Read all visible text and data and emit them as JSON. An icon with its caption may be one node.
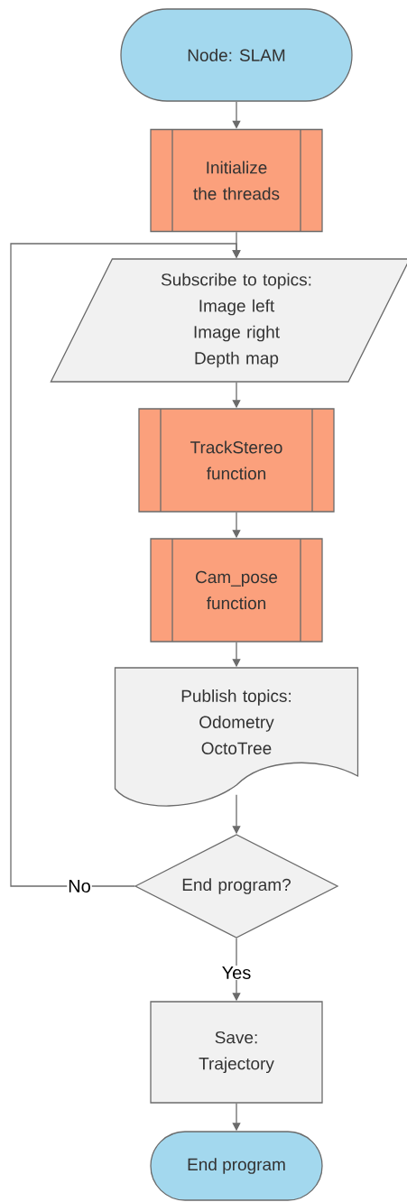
{
  "diagram": {
    "nodes": [
      {
        "text": [
          "Node: SLAM"
        ]
      },
      {
        "text": [
          "Initialize the threads"
        ]
      },
      {
        "text": [
          "Subscribe to topics:",
          "Image left",
          "Image right",
          "Depth map"
        ]
      },
      {
        "text": [
          "TrackStereo function"
        ]
      },
      {
        "text": [
          "Cam_pose function"
        ]
      },
      {
        "text": [
          "Publish topics:",
          "Odometry",
          "OctoTree"
        ]
      },
      {
        "text": [
          "End program?"
        ]
      },
      {
        "text": [
          "Save:",
          "Trajectory"
        ]
      },
      {
        "text": [
          "End program"
        ]
      }
    ],
    "edges": [
      {
        "from": 0,
        "to": 1,
        "arrow": "to"
      },
      {
        "from": 1,
        "to": 2,
        "arrow": "to"
      },
      {
        "from": 2,
        "to": 3,
        "arrow": "to"
      },
      {
        "from": 3,
        "to": 4,
        "arrow": "to"
      },
      {
        "from": 4,
        "to": 5,
        "arrow": "to"
      },
      {
        "from": 5,
        "to": 6,
        "arrow": "to"
      },
      {
        "from": 6,
        "to": 2,
        "arrow": "to",
        "label": "No"
      },
      {
        "from": 6,
        "to": 7,
        "arrow": "to",
        "label": "Yes"
      },
      {
        "from": 7,
        "to": 8,
        "arrow": "to"
      }
    ]
  }
}
